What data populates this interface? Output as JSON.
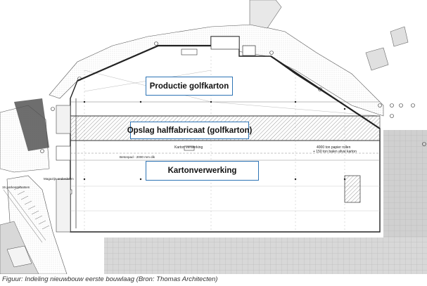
{
  "labels": {
    "productie": "Productie golfkarton",
    "opslag": "Opslag halffabricaat (golfkarton)",
    "kartonverwerking": "Kartonverwerking"
  },
  "plan_texts": {
    "karton_verwerking": "Karton verwerking",
    "storage_line1": "4000 ton papier rollen",
    "storage_line2": "+ 150 ton balen afval karton",
    "beton_strip": "Betonpad - 2000 mm dik",
    "magazijn": "Magazijn onderdelen",
    "parkeren": "15 parkeerplaatsen"
  },
  "caption": "Figuur: Indeling nieuwbouw eerste bouwlaag (Bron: Thomas Architecten)",
  "colors": {
    "label_border": "#2e74b5",
    "hatch": "#9a9a9a",
    "line": "#333333",
    "gray_fill": "#dcdcdc"
  }
}
